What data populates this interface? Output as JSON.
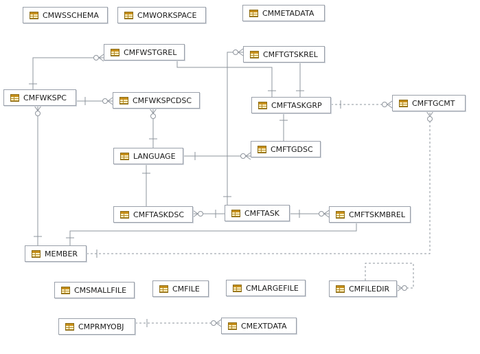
{
  "diagram": {
    "tables": [
      {
        "id": "cmwsschema",
        "label": "CMWSSCHEMA"
      },
      {
        "id": "cmworkspace",
        "label": "CMWORKSPACE"
      },
      {
        "id": "cmmetadata",
        "label": "CMMETADATA"
      },
      {
        "id": "cmfwstgrel",
        "label": "CMFWSTGREL"
      },
      {
        "id": "cmftgtskrel",
        "label": "CMFTGTSKREL"
      },
      {
        "id": "cmfwkspc",
        "label": "CMFWKSPC"
      },
      {
        "id": "cmfwkspcdsc",
        "label": "CMFWKSPCDSC"
      },
      {
        "id": "cmftaskgrp",
        "label": "CMFTASKGRP"
      },
      {
        "id": "cmftgcmt",
        "label": "CMFTGCMT"
      },
      {
        "id": "cmftgdsc",
        "label": "CMFTGDSC"
      },
      {
        "id": "language",
        "label": "LANGUAGE"
      },
      {
        "id": "cmftaskdsc",
        "label": "CMFTASKDSC"
      },
      {
        "id": "cmftask",
        "label": "CMFTASK"
      },
      {
        "id": "cmftskmbrel",
        "label": "CMFTSKMBREL"
      },
      {
        "id": "member",
        "label": "MEMBER"
      },
      {
        "id": "cmsmallfile",
        "label": "CMSMALLFILE"
      },
      {
        "id": "cmfile",
        "label": "CMFILE"
      },
      {
        "id": "cmlargefile",
        "label": "CMLARGEFILE"
      },
      {
        "id": "cmfiledir",
        "label": "CMFILEDIR"
      },
      {
        "id": "cmprmyobj",
        "label": "CMPRMYOBJ"
      },
      {
        "id": "cmextdata",
        "label": "CMEXTDATA"
      }
    ],
    "relationships": [
      {
        "from": "cmfwkspc",
        "to": "cmfwstgrel",
        "style": "solid"
      },
      {
        "from": "cmftaskgrp",
        "to": "cmfwstgrel",
        "style": "solid"
      },
      {
        "from": "cmftaskgrp",
        "to": "cmftgtskrel",
        "style": "solid"
      },
      {
        "from": "cmftask",
        "to": "cmftgtskrel",
        "style": "solid"
      },
      {
        "from": "cmfwkspc",
        "to": "cmfwkspcdsc",
        "style": "solid"
      },
      {
        "from": "language",
        "to": "cmfwkspcdsc",
        "style": "solid"
      },
      {
        "from": "cmftaskgrp",
        "to": "cmftgdsc",
        "style": "solid"
      },
      {
        "from": "language",
        "to": "cmftgdsc",
        "style": "solid"
      },
      {
        "from": "cmftaskgrp",
        "to": "cmftgcmt",
        "style": "dashed"
      },
      {
        "from": "language",
        "to": "cmftaskdsc",
        "style": "solid"
      },
      {
        "from": "cmftask",
        "to": "cmftaskdsc",
        "style": "solid"
      },
      {
        "from": "cmftask",
        "to": "cmftskmbrel",
        "style": "solid"
      },
      {
        "from": "member",
        "to": "cmftskmbrel",
        "style": "solid"
      },
      {
        "from": "member",
        "to": "cmfwkspc",
        "style": "solid"
      },
      {
        "from": "member",
        "to": "cmftgcmt",
        "style": "dashed"
      },
      {
        "from": "cmfiledir",
        "to": "cmfiledir",
        "style": "dashed"
      },
      {
        "from": "cmprmyobj",
        "to": "cmextdata",
        "style": "dashed"
      }
    ]
  }
}
